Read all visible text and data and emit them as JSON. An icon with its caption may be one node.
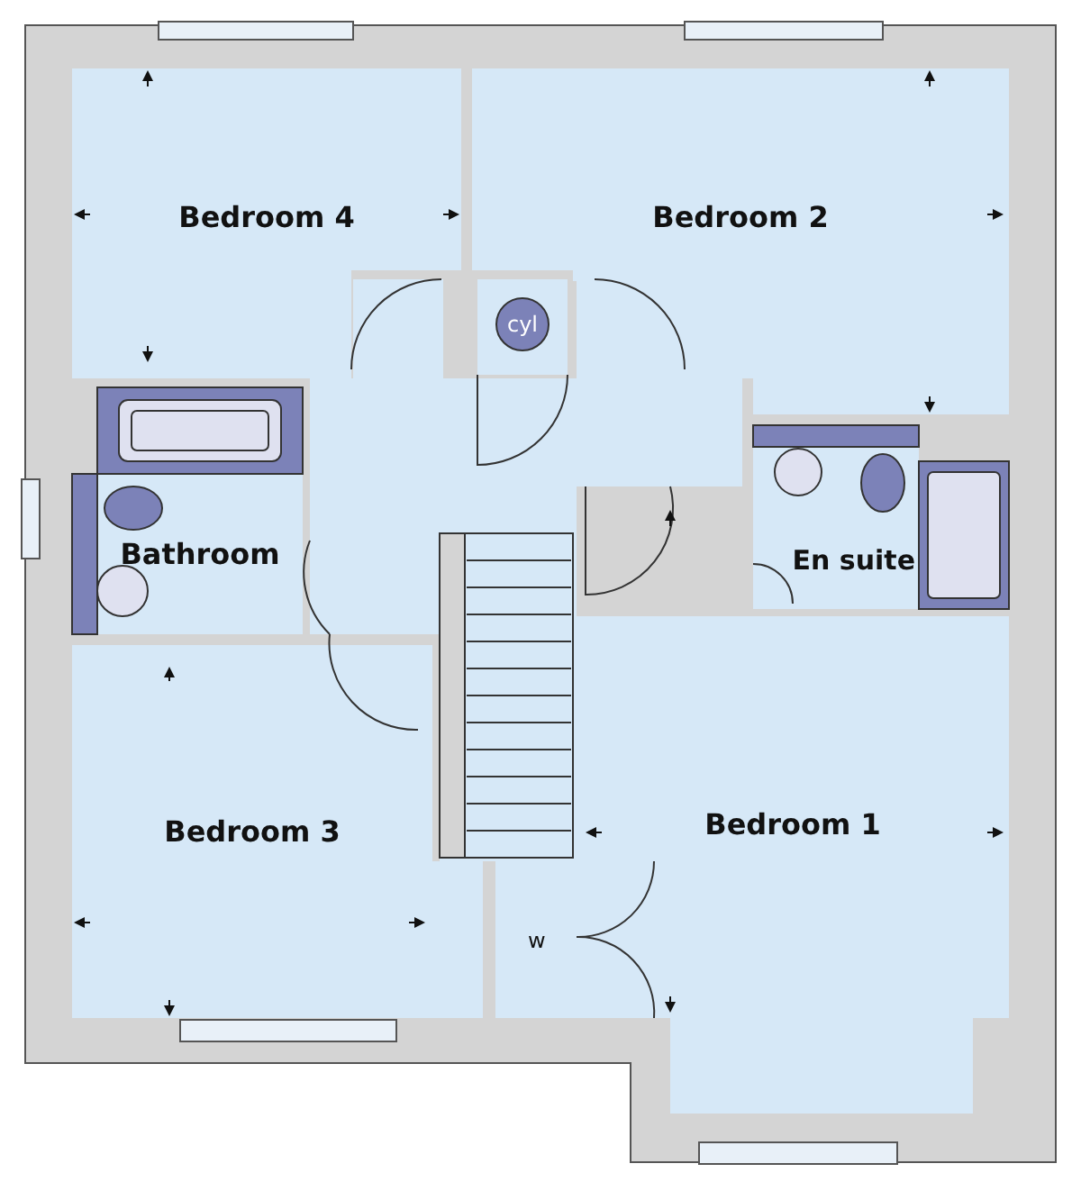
{
  "diagram": {
    "nodes": [
      {
        "text": [
          "Bedroom 4"
        ]
      },
      {
        "text": [
          "Bedroom 2"
        ]
      },
      {
        "text": [
          "cyl"
        ]
      },
      {
        "text": [
          "Bathroom"
        ]
      },
      {
        "text": [
          "En suite"
        ]
      },
      {
        "text": [
          "Bedroom 3"
        ]
      },
      {
        "text": [
          "Bedroom 1"
        ]
      },
      {
        "text": [
          "w"
        ]
      }
    ]
  }
}
